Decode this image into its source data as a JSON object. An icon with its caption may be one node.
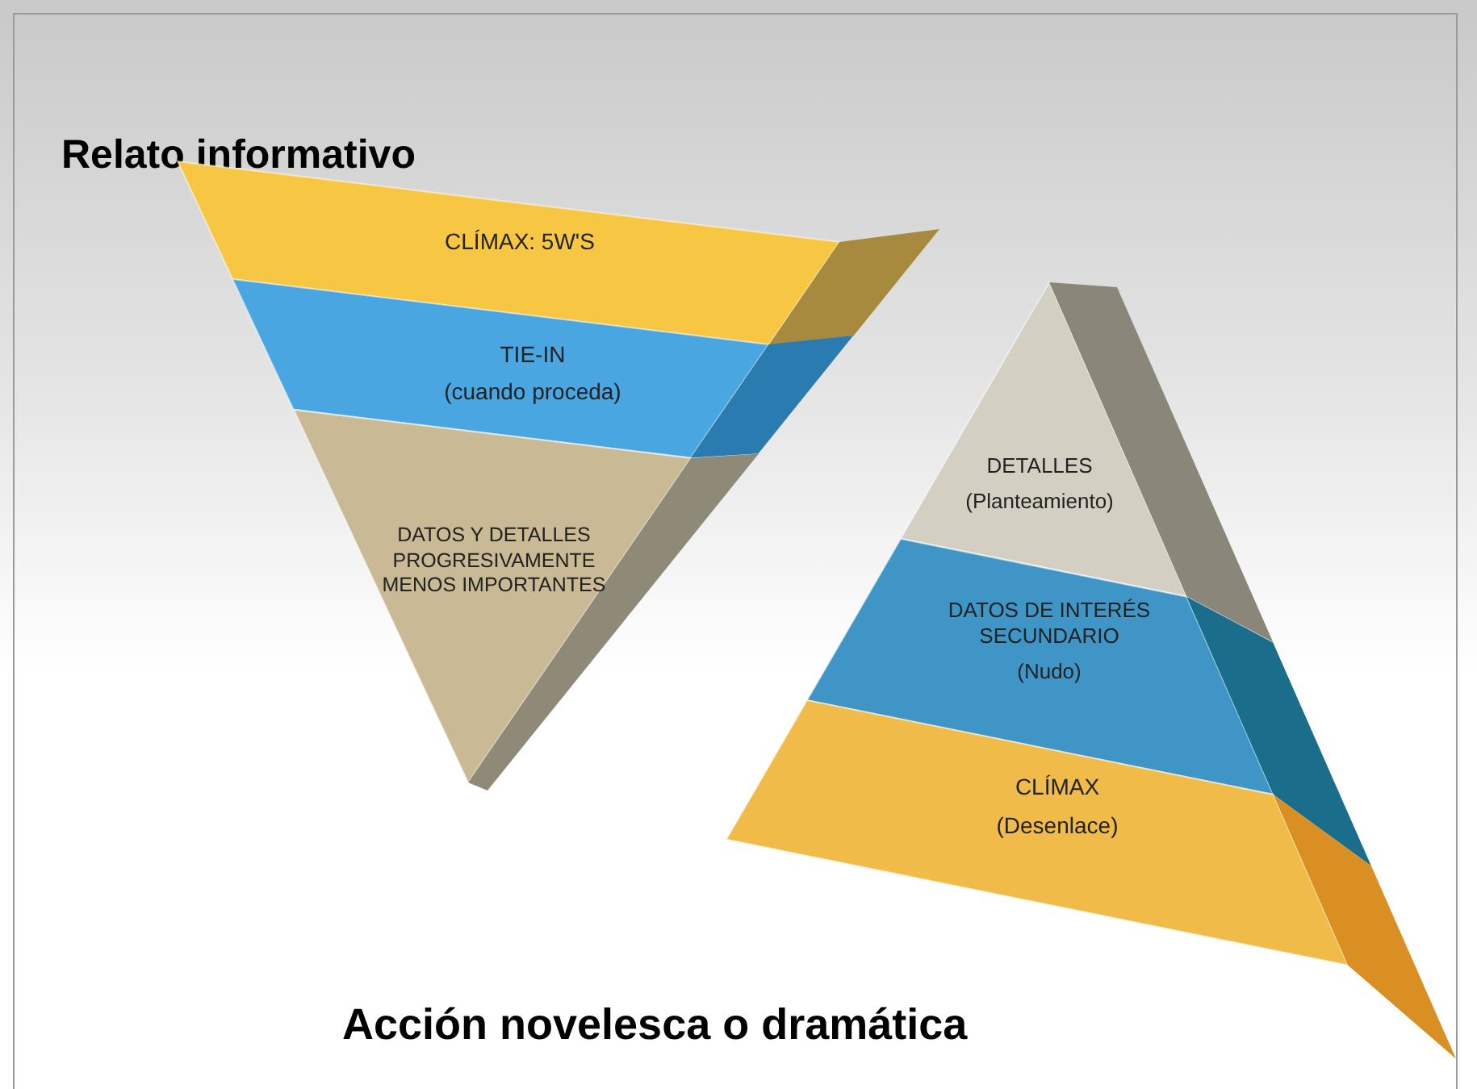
{
  "diagram": {
    "nodes": [
      {
        "text": [
          "CLÍMAX: 5W'S"
        ]
      },
      {
        "text": [
          "TIE-IN",
          "(cuando proceda)"
        ]
      },
      {
        "text": [
          "DATOS Y DETALLES PROGRESIVAMENTE MENOS IMPORTANTES"
        ]
      },
      {
        "text": [
          "DETALLES",
          "(Planteamiento)"
        ]
      },
      {
        "text": [
          "DATOS DE INTERÉS SECUNDARIO",
          "(Nudo)"
        ]
      },
      {
        "text": [
          "CLÍMAX",
          "(Desenlace)"
        ]
      }
    ],
    "labels": [
      "Relato informativo",
      "Acción novelesca o dramática"
    ]
  }
}
